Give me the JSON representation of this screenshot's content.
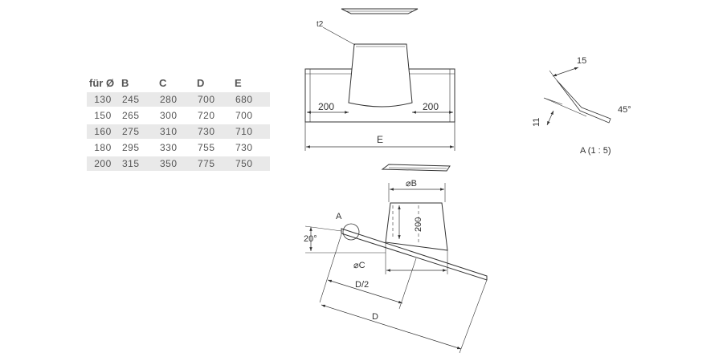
{
  "table": {
    "headers": [
      "für Ø",
      "B",
      "C",
      "D",
      "E"
    ],
    "rows": [
      [
        "130",
        "245",
        "280",
        "700",
        "680"
      ],
      [
        "150",
        "265",
        "300",
        "720",
        "700"
      ],
      [
        "160",
        "275",
        "310",
        "730",
        "710"
      ],
      [
        "180",
        "295",
        "330",
        "755",
        "730"
      ],
      [
        "200",
        "315",
        "350",
        "775",
        "750"
      ]
    ]
  },
  "top_view": {
    "material_label": "t2",
    "left_offset": "200",
    "right_offset": "200",
    "width_label": "E"
  },
  "detail": {
    "dim_15": "15",
    "dim_11": "11",
    "angle": "45°",
    "caption": "A (1 : 5)"
  },
  "side_view": {
    "detail_marker": "A",
    "angle": "20°",
    "height": "200",
    "dia_b": "⌀B",
    "dia_c": "⌀C",
    "half_d": "D/2",
    "length_d": "D"
  }
}
